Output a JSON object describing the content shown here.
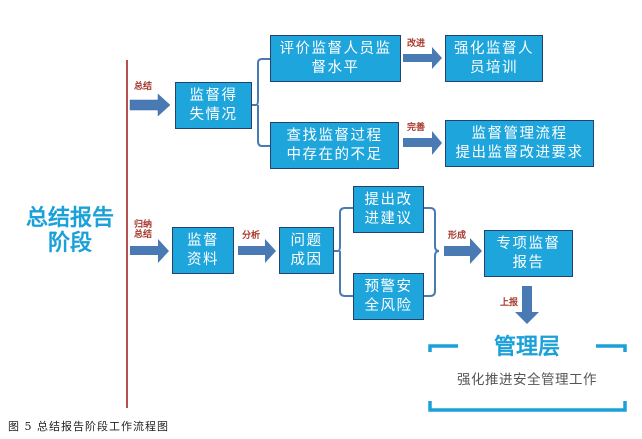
{
  "stage": {
    "title": "总结报告阶段"
  },
  "colors": {
    "box_fill": "#1ea5dc",
    "box_border": "#24426e",
    "arrow": "#4a7ab4",
    "label_red": "#a63a2e",
    "divider": "#b5504f",
    "accent": "#1ba1d9"
  },
  "top_flow": {
    "entry_label": "总结",
    "root": "监督得\n失情况",
    "branches": [
      {
        "box": "评价监督人员监\n督水平",
        "arrow_label": "改进",
        "result": "强化监督人\n员培训"
      },
      {
        "box": "查找监督过程\n中存在的不足",
        "arrow_label": "完善",
        "result": "监督管理流程\n提出监督改进要求"
      }
    ]
  },
  "bottom_flow": {
    "entry_label": "归纳\n总结",
    "material": "监督\n资料",
    "analysis_label": "分析",
    "cause": "问题\n成因",
    "branches": [
      "提出改\n进建议",
      "预警安\n全风险"
    ],
    "form_label": "形成",
    "report": "专项监督\n报告",
    "report_label": "上报"
  },
  "management": {
    "title": "管理层",
    "subtitle": "强化推进安全管理工作"
  },
  "caption": "图 5  总结报告阶段工作流程图"
}
